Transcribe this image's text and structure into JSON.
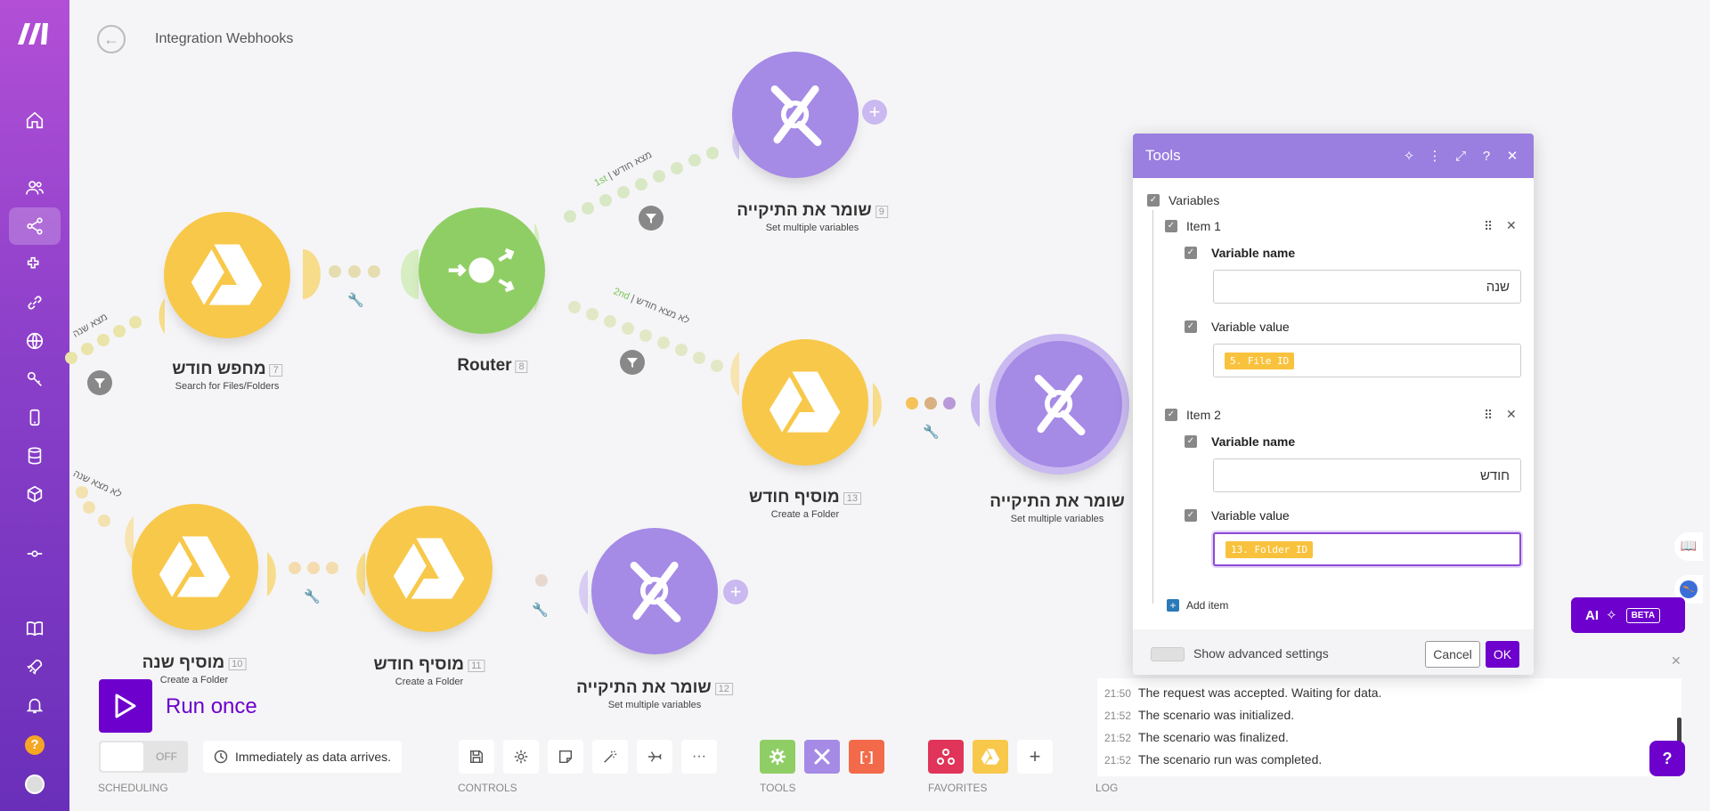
{
  "header": {
    "title": "Integration Webhooks"
  },
  "canvas": {
    "modules": [
      {
        "id": "m7",
        "name": "מחפש חודש",
        "number": "7",
        "subtitle": "Search for Files/Folders"
      },
      {
        "id": "m8",
        "name": "Router",
        "number": "8",
        "subtitle": ""
      },
      {
        "id": "m9",
        "name": "שומר את התיקייה",
        "number": "9",
        "subtitle": "Set multiple variables"
      },
      {
        "id": "m13",
        "name": "מוסיף חודש",
        "number": "13",
        "subtitle": "Create a Folder"
      },
      {
        "id": "m14",
        "name": "שומר את התיקייה",
        "number": "",
        "subtitle": "Set multiple variables"
      },
      {
        "id": "m10",
        "name": "מוסיף שנה",
        "number": "10",
        "subtitle": "Create a Folder"
      },
      {
        "id": "m11",
        "name": "מוסיף חודש",
        "number": "11",
        "subtitle": "Create a Folder"
      },
      {
        "id": "m12",
        "name": "שומר את התיקייה",
        "number": "12",
        "subtitle": "Set multiple variables"
      }
    ],
    "routes": {
      "r1_order": "1st",
      "r1_label": "מצא חודש",
      "r2_order": "2nd",
      "r2_label": "לא מצא חודש",
      "left_top": "מצא שנה",
      "left_bottom": "לא מצא שנה"
    }
  },
  "run": {
    "label": "Run once"
  },
  "scheduling": {
    "toggle": "OFF",
    "mode": "Immediately as data arrives.",
    "section_label": "SCHEDULING"
  },
  "controls": {
    "section_label": "CONTROLS",
    "more": "···"
  },
  "tools": {
    "section_label": "TOOLS",
    "iterator_glyph": "[·]"
  },
  "favorites": {
    "section_label": "FAVORITES",
    "add": "+"
  },
  "log": {
    "section_label": "LOG",
    "entries": [
      {
        "time": "21:50",
        "text": "The request was accepted. Waiting for data."
      },
      {
        "time": "21:52",
        "text": "The scenario was initialized."
      },
      {
        "time": "21:52",
        "text": "The scenario was finalized."
      },
      {
        "time": "21:52",
        "text": "The scenario run was completed."
      }
    ]
  },
  "dialog": {
    "title": "Tools",
    "root_label": "Variables",
    "items": [
      {
        "label": "Item 1",
        "name_label": "Variable name",
        "name_value": "שנה",
        "value_label": "Variable value",
        "value_pill": "5. File ID"
      },
      {
        "label": "Item 2",
        "name_label": "Variable name",
        "name_value": "חודש",
        "value_label": "Variable value",
        "value_pill": "13. Folder ID"
      }
    ],
    "add_item": "Add item",
    "advanced": "Show advanced settings",
    "cancel": "Cancel",
    "ok": "OK"
  },
  "ai": {
    "label": "AI",
    "badge": "BETA"
  },
  "colors": {
    "brand": "#6d00cc",
    "gdrive": "#f8c84a",
    "tools": "#a58ae6",
    "router": "#8fce64"
  }
}
